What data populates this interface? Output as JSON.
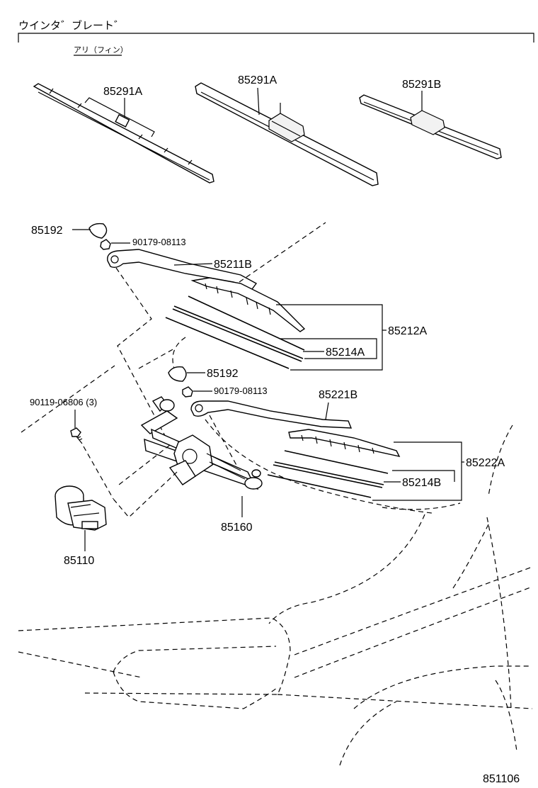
{
  "header": {
    "title": "ウインタ゛ブレート゛",
    "subtitle": "アリ（フィン）"
  },
  "labels": {
    "blade_left": "85291A",
    "blade_center": "85291A",
    "blade_right": "85291B",
    "cap_upper": "85192",
    "nut_upper": "90179-08113",
    "arm_front": "85211B",
    "blade_assy_front": "85212A",
    "rubber_front": "85214A",
    "cap_lower": "85192",
    "nut_lower": "90179-08113",
    "bolt": "90119-06806 (3)",
    "arm_rear": "85221B",
    "blade_assy_rear": "85222A",
    "rubber_rear": "85214B",
    "link_assy": "85160",
    "motor": "85110"
  },
  "footer": {
    "ref_number": "851106"
  }
}
